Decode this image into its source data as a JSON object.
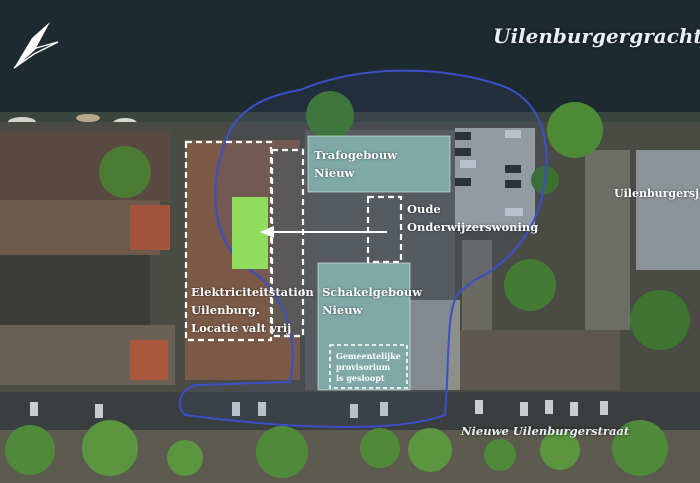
{
  "map": {
    "streets": {
      "canal": "Uilenburgergracht",
      "south_street": "Nieuwe Uilenburgerstraat",
      "east_label": "Uilenburgersjo"
    },
    "buildings": {
      "trafo": {
        "line1": "Trafogebouw",
        "line2": "Nieuw"
      },
      "school": {
        "line1": "Oude",
        "line2": "Onderwijzerswoning"
      },
      "station": {
        "line1": "Elektriciteitstation",
        "line2": "Uilenburg.",
        "line3": "Locatie valt vrij"
      },
      "schakel": {
        "line1": "Schakelgebouw",
        "line2": "Nieuw"
      },
      "provisorium": {
        "line1": "Gemeentelijke",
        "line2": "provisorium",
        "line3": "is gesloopt"
      }
    },
    "icons": [
      "north-arrow-icon"
    ],
    "colors": {
      "water": "#1d2a30",
      "boundary": "#3a4fc8",
      "new_building": "#8ab9b5",
      "green_marker": "#8fdc5f",
      "dashed_outline": "#ffffff"
    }
  }
}
